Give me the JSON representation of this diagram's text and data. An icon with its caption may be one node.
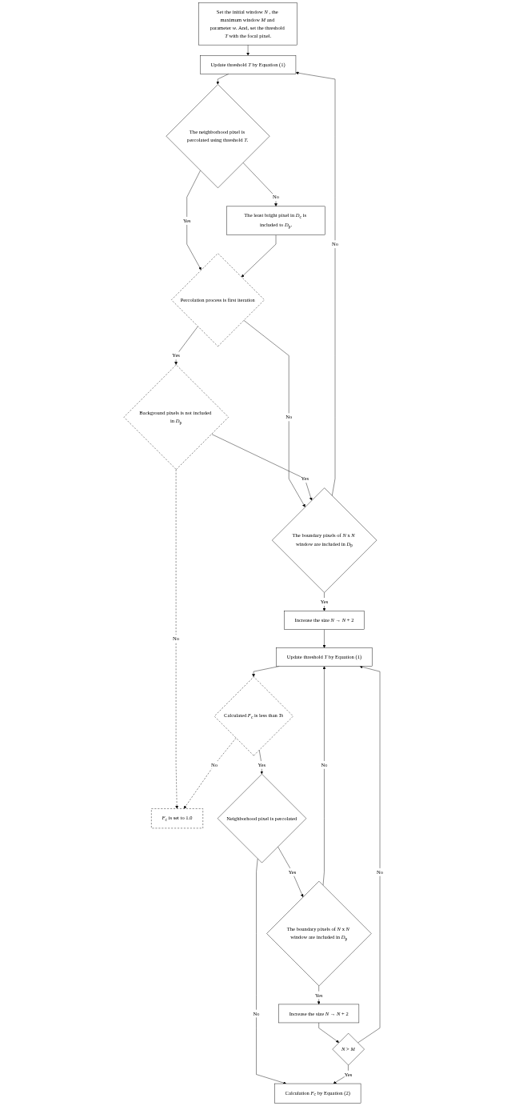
{
  "diagram": {
    "nodes": [
      {
        "text": [
          "Set the initial window *N* , the maximum window *M* and parameter *w*. And, set the threshold *T* with the focal pixel."
        ]
      },
      {
        "text": [
          "Update threshold *T* by Equation (1)"
        ]
      },
      {
        "text": [
          "The neighborhood pixel is percolated using threshold *T*."
        ]
      },
      {
        "text": [
          "The least bright pixel in *D*$_{c}$ is included to *D*$_{p}$."
        ]
      },
      {
        "text": [
          "Percolation process is first iteration"
        ]
      },
      {
        "text": [
          "Background pixels is not included in *D*$_{p}$"
        ]
      },
      {
        "text": [
          "The boundary pixels of *N* x *N* window are included in *D*$_{p}$"
        ]
      },
      {
        "text": [
          "Increase the size *N* → *N* + 2"
        ]
      },
      {
        "text": [
          "Update threshold *T* by Equation (1)"
        ]
      },
      {
        "text": [
          "Calculated *F*$_{c}$ is less than *Ts*"
        ]
      },
      {
        "text": [
          "*F*$_{c}$ is set to 1.0"
        ]
      },
      {
        "text": [
          "Neighborhood pixel is percolated"
        ]
      },
      {
        "text": [
          "The boundary pixels of *N* x *N* window are included in *D*$_{p}$"
        ]
      },
      {
        "text": [
          "Increase the size *N* → *N* + 2"
        ]
      },
      {
        "text": [
          "*N* > *M*"
        ]
      },
      {
        "text": [
          "Calculation *F*$_{c}$ by Equation (2)"
        ]
      }
    ],
    "edges": [
      {
        "from": 0,
        "to": 1,
        "arrow": "to"
      },
      {
        "from": 1,
        "to": 2,
        "arrow": "to"
      },
      {
        "from": 2,
        "to": 3,
        "arrow": "to",
        "label": "No"
      },
      {
        "from": 2,
        "to": 4,
        "arrow": "to",
        "label": "Yes"
      },
      {
        "from": 3,
        "to": 4,
        "arrow": "to"
      },
      {
        "from": 4,
        "to": 5,
        "arrow": "to",
        "label": "Yes"
      },
      {
        "from": 4,
        "to": 6,
        "arrow": "to",
        "label": "No"
      },
      {
        "from": 5,
        "to": 6,
        "arrow": "to",
        "label": "Yes"
      },
      {
        "from": 5,
        "to": 10,
        "arrow": "to",
        "label": "No",
        "style": "dashed"
      },
      {
        "from": 6,
        "to": 1,
        "arrow": "to",
        "label": "No"
      },
      {
        "from": 6,
        "to": 7,
        "arrow": "to",
        "label": "Yes"
      },
      {
        "from": 7,
        "to": 8,
        "arrow": "to"
      },
      {
        "from": 8,
        "to": 9,
        "arrow": "to"
      },
      {
        "from": 9,
        "to": 10,
        "arrow": "to",
        "label": "No",
        "style": "dashed"
      },
      {
        "from": 9,
        "to": 11,
        "arrow": "to",
        "label": "Yes"
      },
      {
        "from": 11,
        "to": 12,
        "arrow": "to",
        "label": "Yes"
      },
      {
        "from": 11,
        "to": 15,
        "arrow": "to",
        "label": "No"
      },
      {
        "from": 12,
        "to": 8,
        "arrow": "to",
        "label": "No"
      },
      {
        "from": 12,
        "to": 13,
        "arrow": "to",
        "label": "Yes"
      },
      {
        "from": 13,
        "to": 14,
        "arrow": "to"
      },
      {
        "from": 14,
        "to": 8,
        "arrow": "to",
        "label": "No"
      },
      {
        "from": 14,
        "to": 15,
        "arrow": "to",
        "label": "Yes"
      }
    ]
  }
}
